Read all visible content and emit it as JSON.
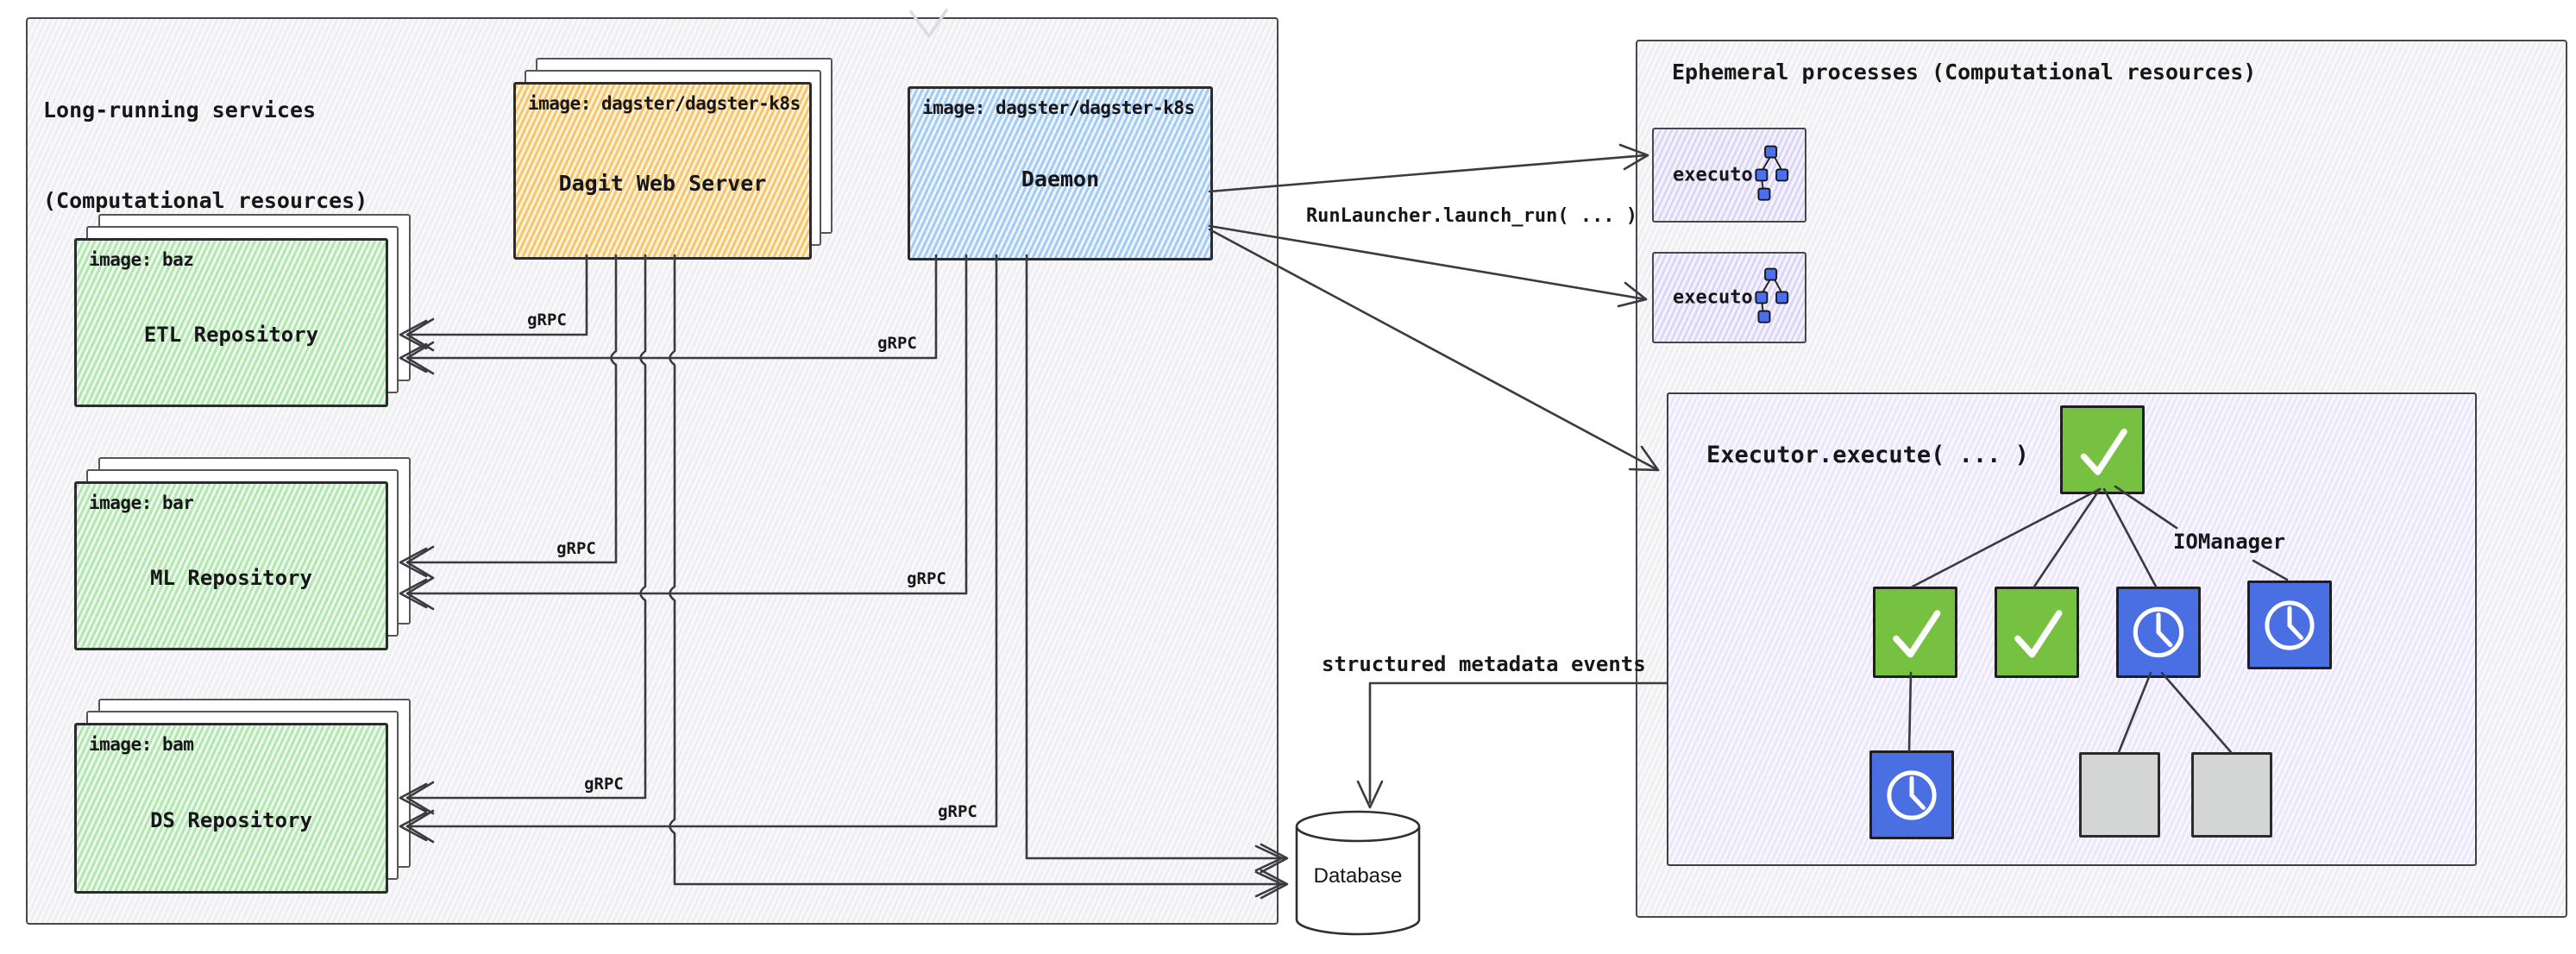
{
  "left_panel": {
    "title_line1": "Long-running services",
    "title_line2": "(Computational resources)",
    "dagit": {
      "image": "image: dagster/dagster-k8s",
      "name": "Dagit Web Server"
    },
    "daemon": {
      "image": "image: dagster/dagster-k8s",
      "name": "Daemon"
    },
    "repositories": [
      {
        "image": "image: baz",
        "name": "ETL Repository"
      },
      {
        "image": "image: bar",
        "name": "ML Repository"
      },
      {
        "image": "image: bam",
        "name": "DS Repository"
      }
    ],
    "grpc_label": "gRPC"
  },
  "right_panel": {
    "title": "Ephemeral processes (Computational resources)",
    "executor_label": "executor",
    "execute_box": {
      "label": "Executor.execute( ... )",
      "iomanager_label": "IOManager",
      "nodes": [
        {
          "id": "root",
          "icon": "check-icon",
          "status": "success",
          "color": "#77c142"
        },
        {
          "id": "step-2",
          "icon": "check-icon",
          "status": "success",
          "color": "#77c142"
        },
        {
          "id": "step-3",
          "icon": "check-icon",
          "status": "success",
          "color": "#77c142"
        },
        {
          "id": "step-4",
          "icon": "clock-icon",
          "status": "waiting",
          "color": "#4a6fe3"
        },
        {
          "id": "step-5",
          "icon": "clock-icon",
          "status": "waiting",
          "color": "#4a6fe3"
        },
        {
          "id": "step-6",
          "icon": "clock-icon",
          "status": "waiting",
          "color": "#4a6fe3"
        },
        {
          "id": "step-7",
          "icon": "blank",
          "status": "not-started",
          "color": "#d4d6d6"
        },
        {
          "id": "step-8",
          "icon": "blank",
          "status": "not-started",
          "color": "#d4d6d6"
        }
      ]
    }
  },
  "connections": {
    "run_launcher_label": "RunLauncher.launch_run( ... )",
    "metadata_label": "structured metadata events"
  },
  "database": {
    "label": "Database"
  },
  "colors": {
    "node_success_green": "#77c142",
    "node_waiting_blue": "#4a6fe3",
    "node_blank_gray": "#d4d6d6",
    "dagit_orange": "#f6c66f",
    "daemon_blue": "#a6cbf2",
    "repo_green": "#b4e6b1",
    "executor_lavender": "#d9d3f6",
    "line_dark": "#3a3b3f"
  }
}
